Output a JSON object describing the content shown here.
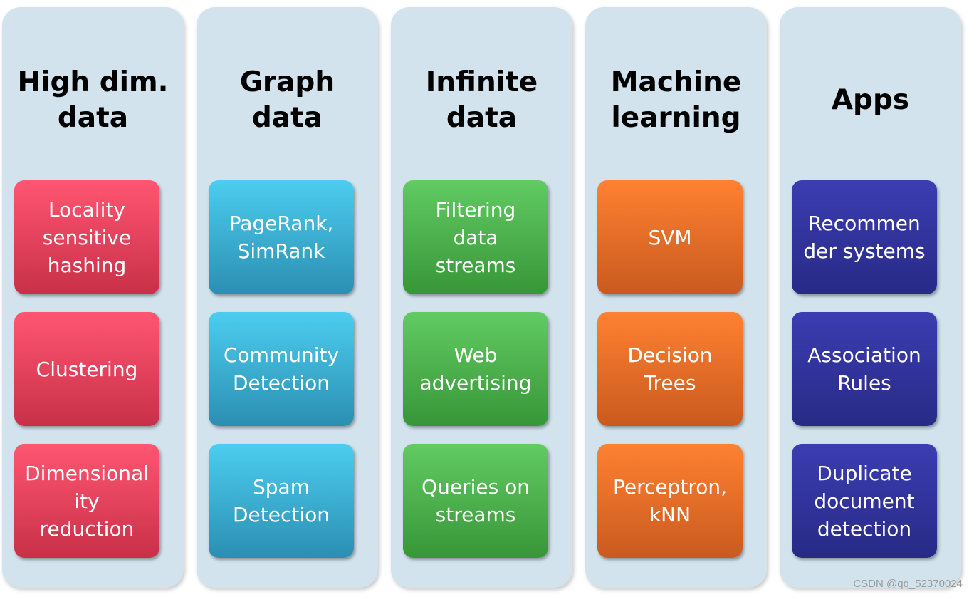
{
  "colors": {
    "panel": "#d2e3ee",
    "red": "#e23e58",
    "cyan": "#35aed6",
    "green": "#4cb34c",
    "orange": "#ee6e28",
    "navy": "#313399"
  },
  "columns": [
    {
      "title": "High dim.\ndata",
      "color": "red",
      "items": [
        "Locality\nsensitive\nhashing",
        "Clustering",
        "Dimensional\nity\nreduction"
      ]
    },
    {
      "title": "Graph\ndata",
      "color": "cyan",
      "items": [
        "PageRank,\nSimRank",
        "Community\nDetection",
        "Spam\nDetection"
      ]
    },
    {
      "title": "Infinite\ndata",
      "color": "green",
      "items": [
        "Filtering\ndata\nstreams",
        "Web\nadvertising",
        "Queries on\nstreams"
      ]
    },
    {
      "title": "Machine\nlearning",
      "color": "orange",
      "items": [
        "SVM",
        "Decision\nTrees",
        "Perceptron,\nkNN"
      ]
    },
    {
      "title": "Apps",
      "color": "navy",
      "items": [
        "Recommen\nder systems",
        "Association\nRules",
        "Duplicate\ndocument\ndetection"
      ]
    }
  ],
  "watermark": "CSDN @qq_52370024"
}
